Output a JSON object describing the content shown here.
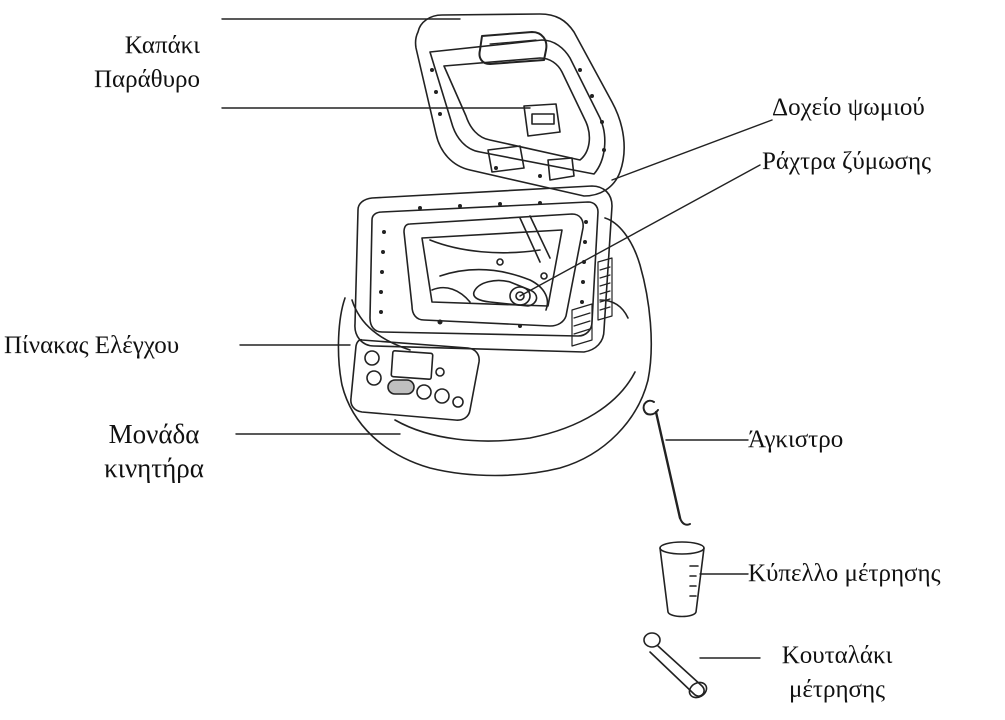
{
  "labels": {
    "lid": "Καπάκι",
    "window": "Παράθυρο",
    "bread_pan": "Δοχείο ψωμιού",
    "kneading_paddle": "Ράχτρα ζύμωσης",
    "control_panel": "Πίνακας Ελέγχου",
    "motor_unit_line1": "Μονάδα",
    "motor_unit_line2": "κινητήρα",
    "hook": "Άγκιστρο",
    "measuring_cup": "Κύπελλο μέτρησης",
    "measuring_spoon_line1": "Κουταλάκι",
    "measuring_spoon_line2": "μέτρησης"
  },
  "colors": {
    "line": "#222222",
    "text": "#111111",
    "panel_dark": "#bfbfbf"
  }
}
